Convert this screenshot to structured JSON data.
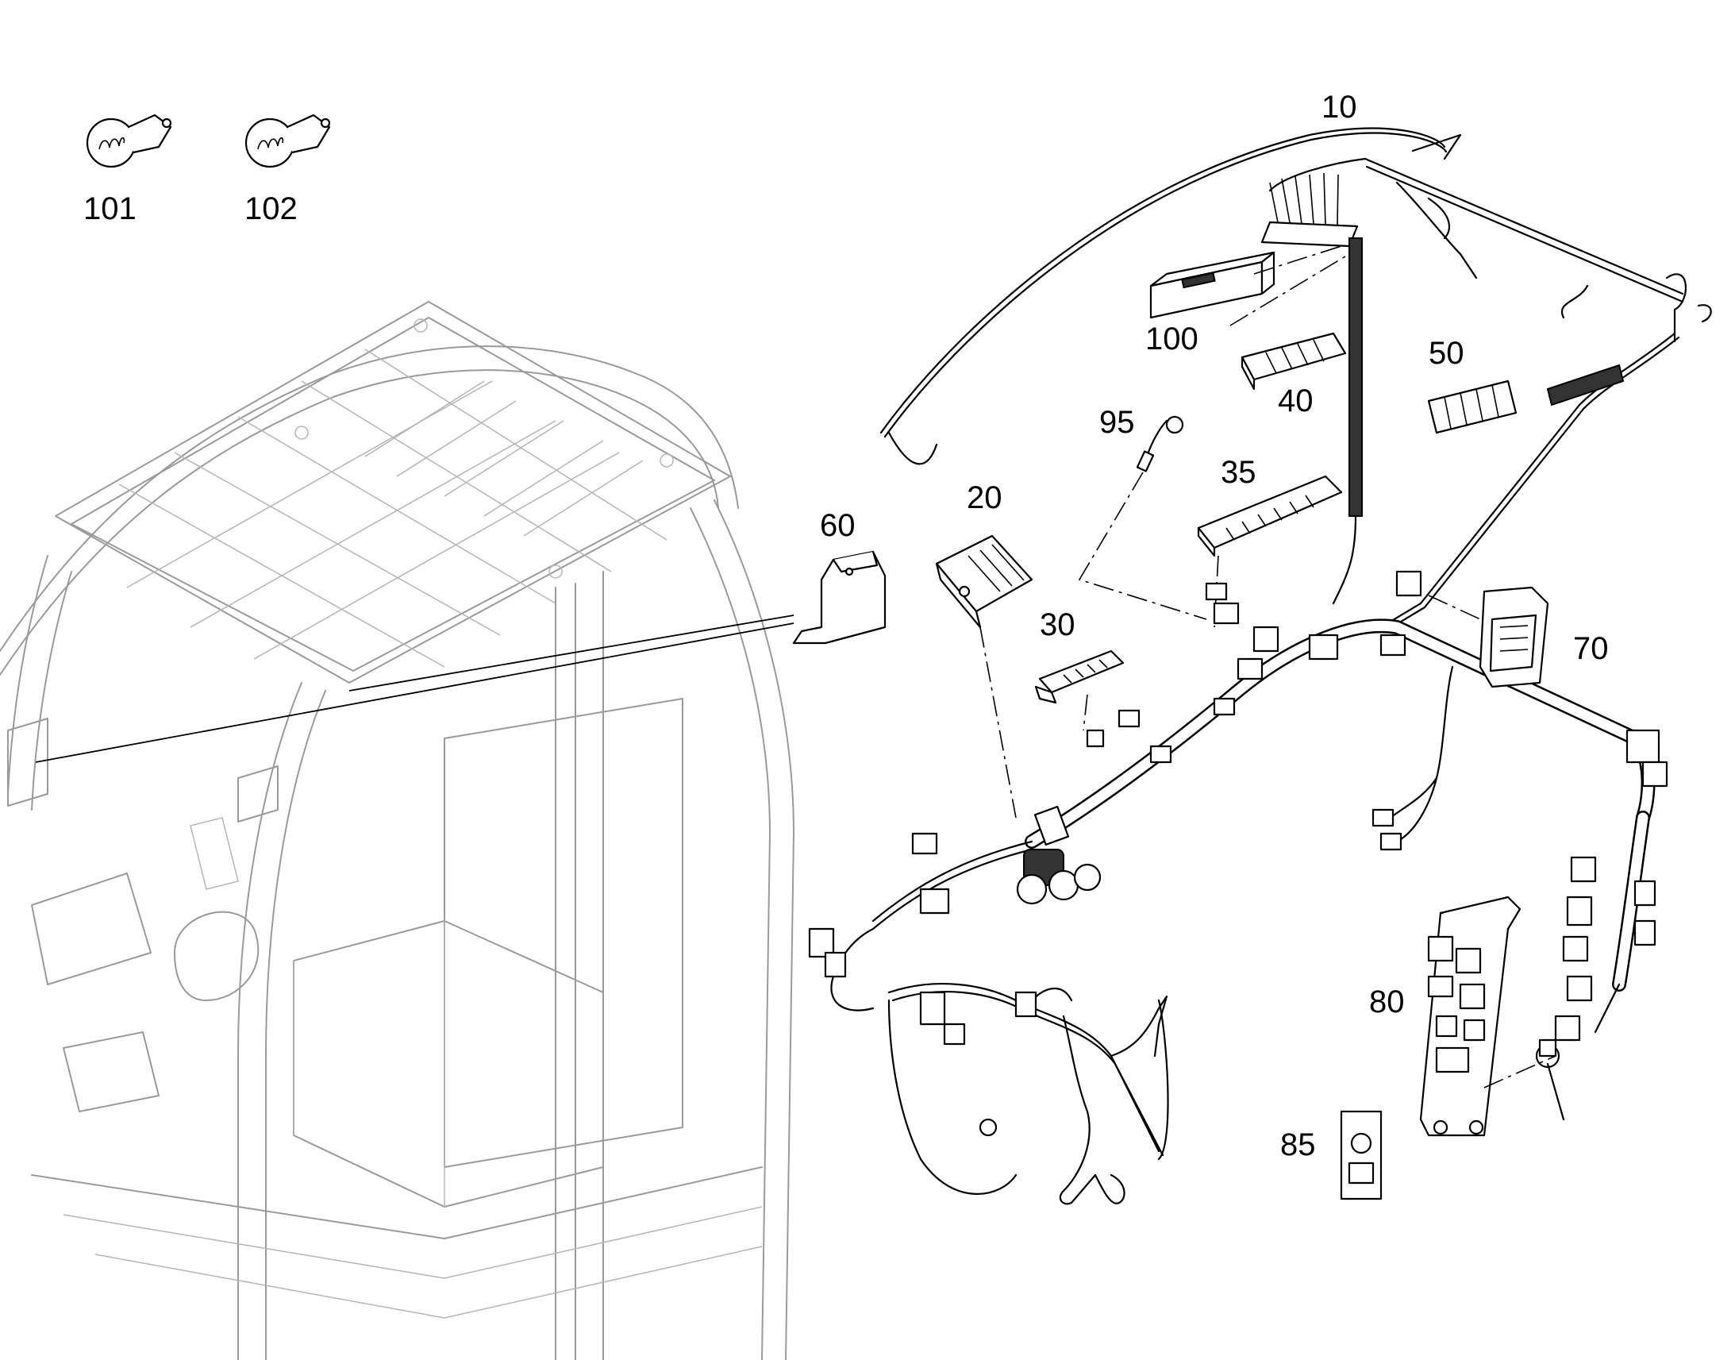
{
  "callouts": {
    "c10": "10",
    "c20": "20",
    "c30": "30",
    "c35": "35",
    "c40": "40",
    "c50": "50",
    "c60": "60",
    "c70": "70",
    "c80": "80",
    "c85": "85",
    "c95": "95",
    "c100": "100",
    "c101": "101",
    "c102": "102"
  },
  "colors": {
    "cab_line": "#9a9a9a",
    "part_line": "#000000",
    "background": "#ffffff"
  },
  "icons": {
    "part_101": "seat-heater-icon",
    "part_102": "seat-heater-icon"
  }
}
